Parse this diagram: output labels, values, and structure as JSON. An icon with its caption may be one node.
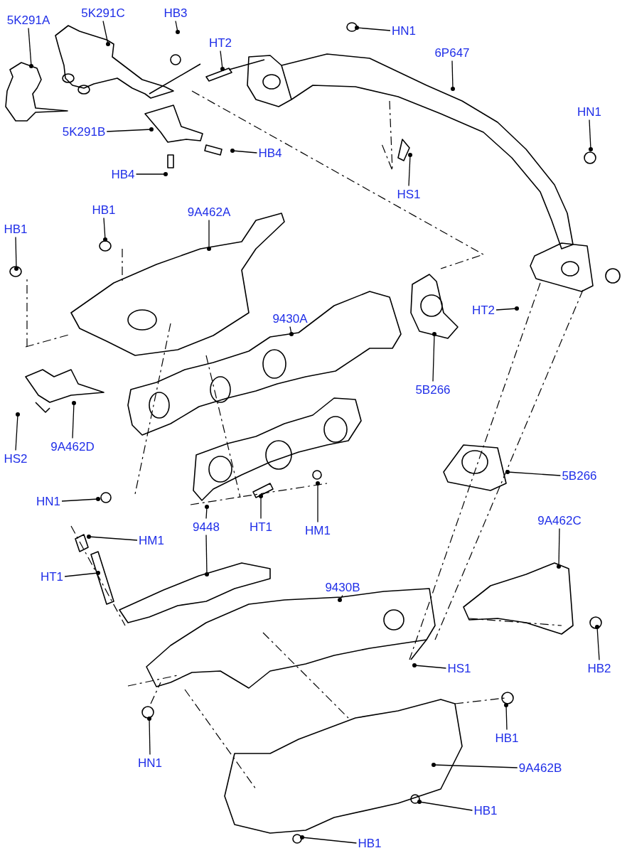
{
  "diagram": {
    "nodes": [
      {
        "text": [
          "5K291A"
        ]
      },
      {
        "text": [
          "5K291C"
        ]
      },
      {
        "text": [
          "HB3"
        ]
      },
      {
        "text": [
          "HT2"
        ]
      },
      {
        "text": [
          "HN1"
        ]
      },
      {
        "text": [
          "6P647"
        ]
      },
      {
        "text": [
          "HN1"
        ]
      },
      {
        "text": [
          "5K291B"
        ]
      },
      {
        "text": [
          "HB4"
        ]
      },
      {
        "text": [
          "HS1"
        ]
      },
      {
        "text": [
          "HB4"
        ]
      },
      {
        "text": [
          "HB1"
        ]
      },
      {
        "text": [
          "9A462A"
        ]
      },
      {
        "text": [
          "HB1"
        ]
      },
      {
        "text": [
          "9430A"
        ]
      },
      {
        "text": [
          "5B266"
        ]
      },
      {
        "text": [
          "HT2"
        ]
      },
      {
        "text": [
          "HS2"
        ]
      },
      {
        "text": [
          "9A462D"
        ]
      },
      {
        "text": [
          "5B266"
        ]
      },
      {
        "text": [
          "HN1"
        ]
      },
      {
        "text": [
          "9448"
        ]
      },
      {
        "text": [
          "HT1"
        ]
      },
      {
        "text": [
          "HM1"
        ]
      },
      {
        "text": [
          "HM1"
        ]
      },
      {
        "text": [
          "HT1"
        ]
      },
      {
        "text": [
          "9A462C"
        ]
      },
      {
        "text": [
          "9430B"
        ]
      },
      {
        "text": [
          "HS1"
        ]
      },
      {
        "text": [
          "HB2"
        ]
      },
      {
        "text": [
          "HN1"
        ]
      },
      {
        "text": [
          "HB1"
        ]
      },
      {
        "text": [
          "9A462B"
        ]
      },
      {
        "text": [
          "HB1"
        ]
      },
      {
        "text": [
          "HB1"
        ]
      }
    ],
    "edges": [
      {
        "from": 0,
        "to": null,
        "arrow": "other"
      },
      {
        "from": 1,
        "to": null,
        "arrow": "other"
      },
      {
        "from": 2,
        "to": null,
        "arrow": "other"
      },
      {
        "from": 3,
        "to": null,
        "arrow": "other"
      },
      {
        "from": 4,
        "to": null,
        "arrow": "other"
      },
      {
        "from": 5,
        "to": null,
        "arrow": "other"
      },
      {
        "from": 6,
        "to": null,
        "arrow": "other"
      },
      {
        "from": 7,
        "to": null,
        "arrow": "other"
      },
      {
        "from": 8,
        "to": null,
        "arrow": "other"
      },
      {
        "from": 9,
        "to": null,
        "arrow": "other"
      },
      {
        "from": 10,
        "to": null,
        "arrow": "other"
      },
      {
        "from": 11,
        "to": null,
        "arrow": "other"
      },
      {
        "from": 12,
        "to": null,
        "arrow": "other"
      },
      {
        "from": 13,
        "to": null,
        "arrow": "other"
      },
      {
        "from": 14,
        "to": null,
        "arrow": "other"
      },
      {
        "from": 15,
        "to": null,
        "arrow": "other"
      },
      {
        "from": 16,
        "to": null,
        "arrow": "other"
      },
      {
        "from": 17,
        "to": null,
        "arrow": "other"
      },
      {
        "from": 18,
        "to": null,
        "arrow": "other"
      },
      {
        "from": 19,
        "to": null,
        "arrow": "other"
      },
      {
        "from": 20,
        "to": null,
        "arrow": "other"
      },
      {
        "from": 21,
        "to": null,
        "arrow": "other"
      },
      {
        "from": 21,
        "to": null,
        "arrow": "other"
      },
      {
        "from": 22,
        "to": null,
        "arrow": "other"
      },
      {
        "from": 23,
        "to": null,
        "arrow": "other"
      },
      {
        "from": 24,
        "to": null,
        "arrow": "other"
      },
      {
        "from": 25,
        "to": null,
        "arrow": "other"
      },
      {
        "from": 26,
        "to": null,
        "arrow": "other"
      },
      {
        "from": 27,
        "to": null,
        "arrow": "other"
      },
      {
        "from": 28,
        "to": null,
        "arrow": "other"
      },
      {
        "from": 29,
        "to": null,
        "arrow": "other"
      },
      {
        "from": 30,
        "to": null,
        "arrow": "other"
      },
      {
        "from": 31,
        "to": null,
        "arrow": "other"
      },
      {
        "from": 32,
        "to": null,
        "arrow": "other"
      },
      {
        "from": 33,
        "to": null,
        "arrow": "other"
      },
      {
        "from": 34,
        "to": null,
        "arrow": "other"
      }
    ]
  }
}
